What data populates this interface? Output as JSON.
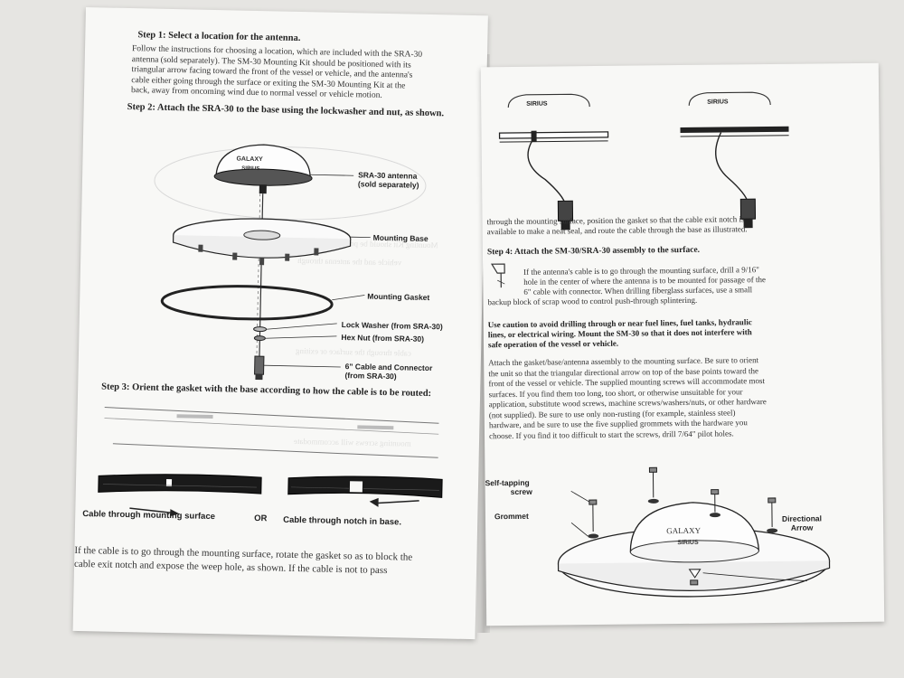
{
  "left_page": {
    "step1": {
      "heading": "Step 1: Select a location for the antenna.",
      "lines": [
        "Follow the instructions for choosing a location, which are included with the SRA-30",
        "antenna (sold separately). The SM-30 Mounting Kit should be positioned with its",
        "triangular arrow facing toward the front of the vessel or vehicle, and the antenna's",
        "cable either going through the surface or exiting the SM-30 Mounting Kit at the",
        "back, away from oncoming wind due to normal vessel or vehicle motion."
      ]
    },
    "step2": {
      "heading": "Step 2: Attach the SRA-30 to the base using the lockwasher and nut, as shown.",
      "labels": {
        "antenna": [
          "SRA-30 antenna",
          "(sold separately)"
        ],
        "base": "Mounting Base",
        "gasket": "Mounting Gasket",
        "lockwasher": "Lock Washer (from SRA-30)",
        "hexnut": "Hex Nut (from SRA-30)",
        "cable": [
          "6\" Cable and Connector",
          "(from SRA-30)"
        ]
      },
      "brand_galaxy": "GALAXY",
      "brand_sirius": "SIRIUS"
    },
    "step3": {
      "heading": "Step 3: Orient the gasket with the base according to how the cable is to be routed:",
      "caption_left": "Cable through mounting surface",
      "caption_or": "OR",
      "caption_right": "Cable through notch in base."
    },
    "bottom_lines": [
      "If the cable is to go through the mounting surface, rotate the gasket so as to block the",
      "cable exit notch and expose the weep hole, as shown. If the cable is not to pass"
    ]
  },
  "right_page": {
    "sirius_label": "SIRIUS",
    "continued_lines": [
      "through the mounting surface, position the gasket so that the cable exit notch is",
      "available to make a neat seal, and route the cable through the base as illustrated."
    ],
    "step4": {
      "heading": "Step 4: Attach the SM-30/SRA-30 assembly to the surface.",
      "drill_lines": [
        "If the antenna's cable is to go through the mounting surface, drill a 9/16\"",
        "hole in the center of where the antenna is to be mounted for passage of the",
        "6\" cable with connector. When drilling fiberglass surfaces, use a small",
        "backup block of scrap wood to control push-through splintering."
      ],
      "caution_lines": [
        "Use caution to avoid drilling through or near fuel lines, fuel tanks, hydraulic",
        "lines, or electrical wiring. Mount the SM-30 so that it does not interfere with",
        "safe operation of the vessel or vehicle."
      ],
      "attach_lines": [
        "Attach the gasket/base/antenna assembly to the mounting surface. Be sure to orient",
        "the unit so that the triangular directional arrow on top of the base points toward the",
        "front of the vessel or vehicle. The supplied mounting screws will accommodate most",
        "surfaces. If you find them too long, too short, or otherwise unsuitable for your",
        "application, substitute wood screws, machine screws/washers/nuts, or other hardware",
        "(not supplied). Be sure to use only non-rusting (for example, stainless steel)",
        "hardware, and be sure to use the five supplied grommets with the hardware you",
        "choose. If you find it too difficult to start the screws, drill 7/64\" pilot holes."
      ],
      "labels": {
        "screw": [
          "Self-tapping",
          "screw"
        ],
        "grommet": "Grommet",
        "arrow": [
          "Directional",
          "Arrow"
        ]
      },
      "brand_galaxy": "GALAXY",
      "brand_sirius": "SIRIUS"
    }
  }
}
